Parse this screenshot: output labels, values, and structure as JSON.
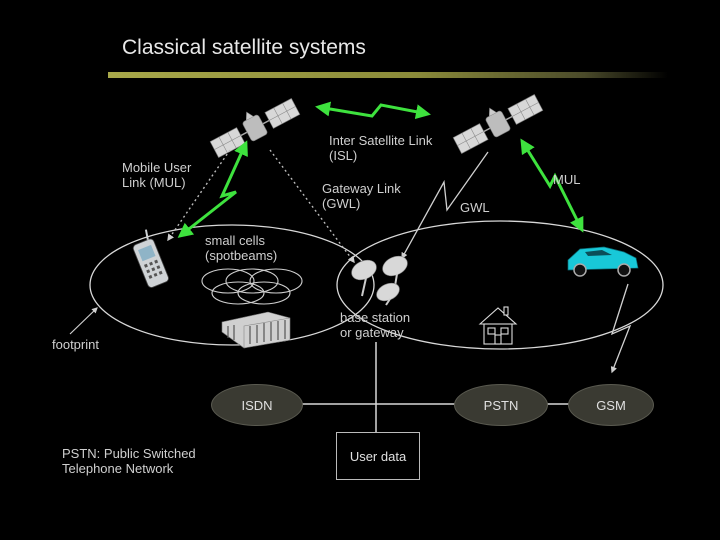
{
  "slide": {
    "title": "Classical satellite systems"
  },
  "labels": {
    "isl": [
      "Inter Satellite Link",
      "(ISL)"
    ],
    "mul_left": [
      "Mobile User",
      "Link (MUL)"
    ],
    "gwl_center": [
      "Gateway Link",
      "(GWL)"
    ],
    "gwl_right": "GWL",
    "mul_right": "MUL",
    "small_cells": [
      "small cells",
      "(spotbeams)"
    ],
    "base_station": [
      "base station",
      "or gateway"
    ],
    "footprint": "footprint",
    "pstn_note": [
      "PSTN: Public Switched",
      "Telephone Network"
    ]
  },
  "networks": {
    "isdn": "ISDN",
    "pstn": "PSTN",
    "gsm": "GSM",
    "user_data": "User data"
  },
  "colors": {
    "background": "#000000",
    "link_green": "#3ee23e",
    "title_rule": "#a8a84a",
    "node_fill": "#3a3a32",
    "car": "#18c8d8"
  }
}
